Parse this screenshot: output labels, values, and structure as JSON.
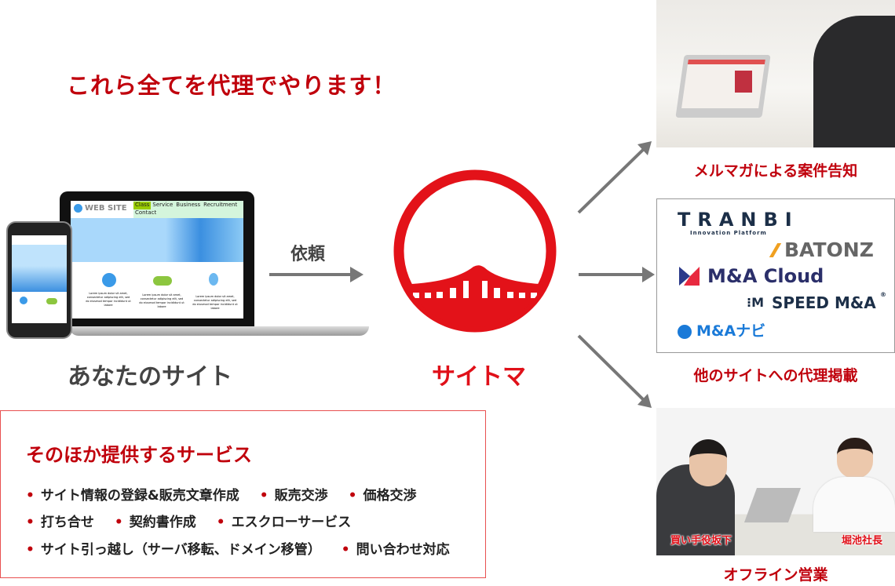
{
  "headline": "これら全てを代理でやります！",
  "your_site": {
    "label": "あなたのサイト",
    "mockup_title": "WEB SITE",
    "mockup_nav": [
      "Class",
      "Service",
      "Business",
      "Recruitment",
      "Contact"
    ],
    "mockup_text": "Lorem ipsum dolor sit amet, consectetur adipiscing elit, sed do eiusmod tempor incididunt ut labore"
  },
  "request_label": "依頼",
  "saitoma": {
    "label": "サイトマ"
  },
  "channels": [
    {
      "caption": "メルマガによる案件告知"
    },
    {
      "caption": "他のサイトへの代理掲載",
      "logos": [
        {
          "name": "TRANBI",
          "sub": "Innovation Platform"
        },
        {
          "name": "BATONZ"
        },
        {
          "name": "M&A Cloud"
        },
        {
          "name": "SPEED M&A",
          "mark": "®"
        },
        {
          "name": "M&Aナビ"
        }
      ]
    },
    {
      "caption": "オフライン営業",
      "tags": [
        "買い手役坂下",
        "堀池社長"
      ]
    }
  ],
  "services": {
    "title": "そのほか提供するサービス",
    "rows": [
      [
        "サイト情報の登録&販売文章作成",
        "販売交渉",
        "価格交渉"
      ],
      [
        "打ち合せ",
        "契約書作成",
        "エスクローサービス"
      ],
      [
        "サイト引っ越し（サーバ移転、ドメイン移管）",
        "問い合わせ対応"
      ]
    ]
  },
  "colors": {
    "brand_red": "#e01019",
    "heading_red": "#c0000c",
    "arrow_gray": "#777777"
  }
}
